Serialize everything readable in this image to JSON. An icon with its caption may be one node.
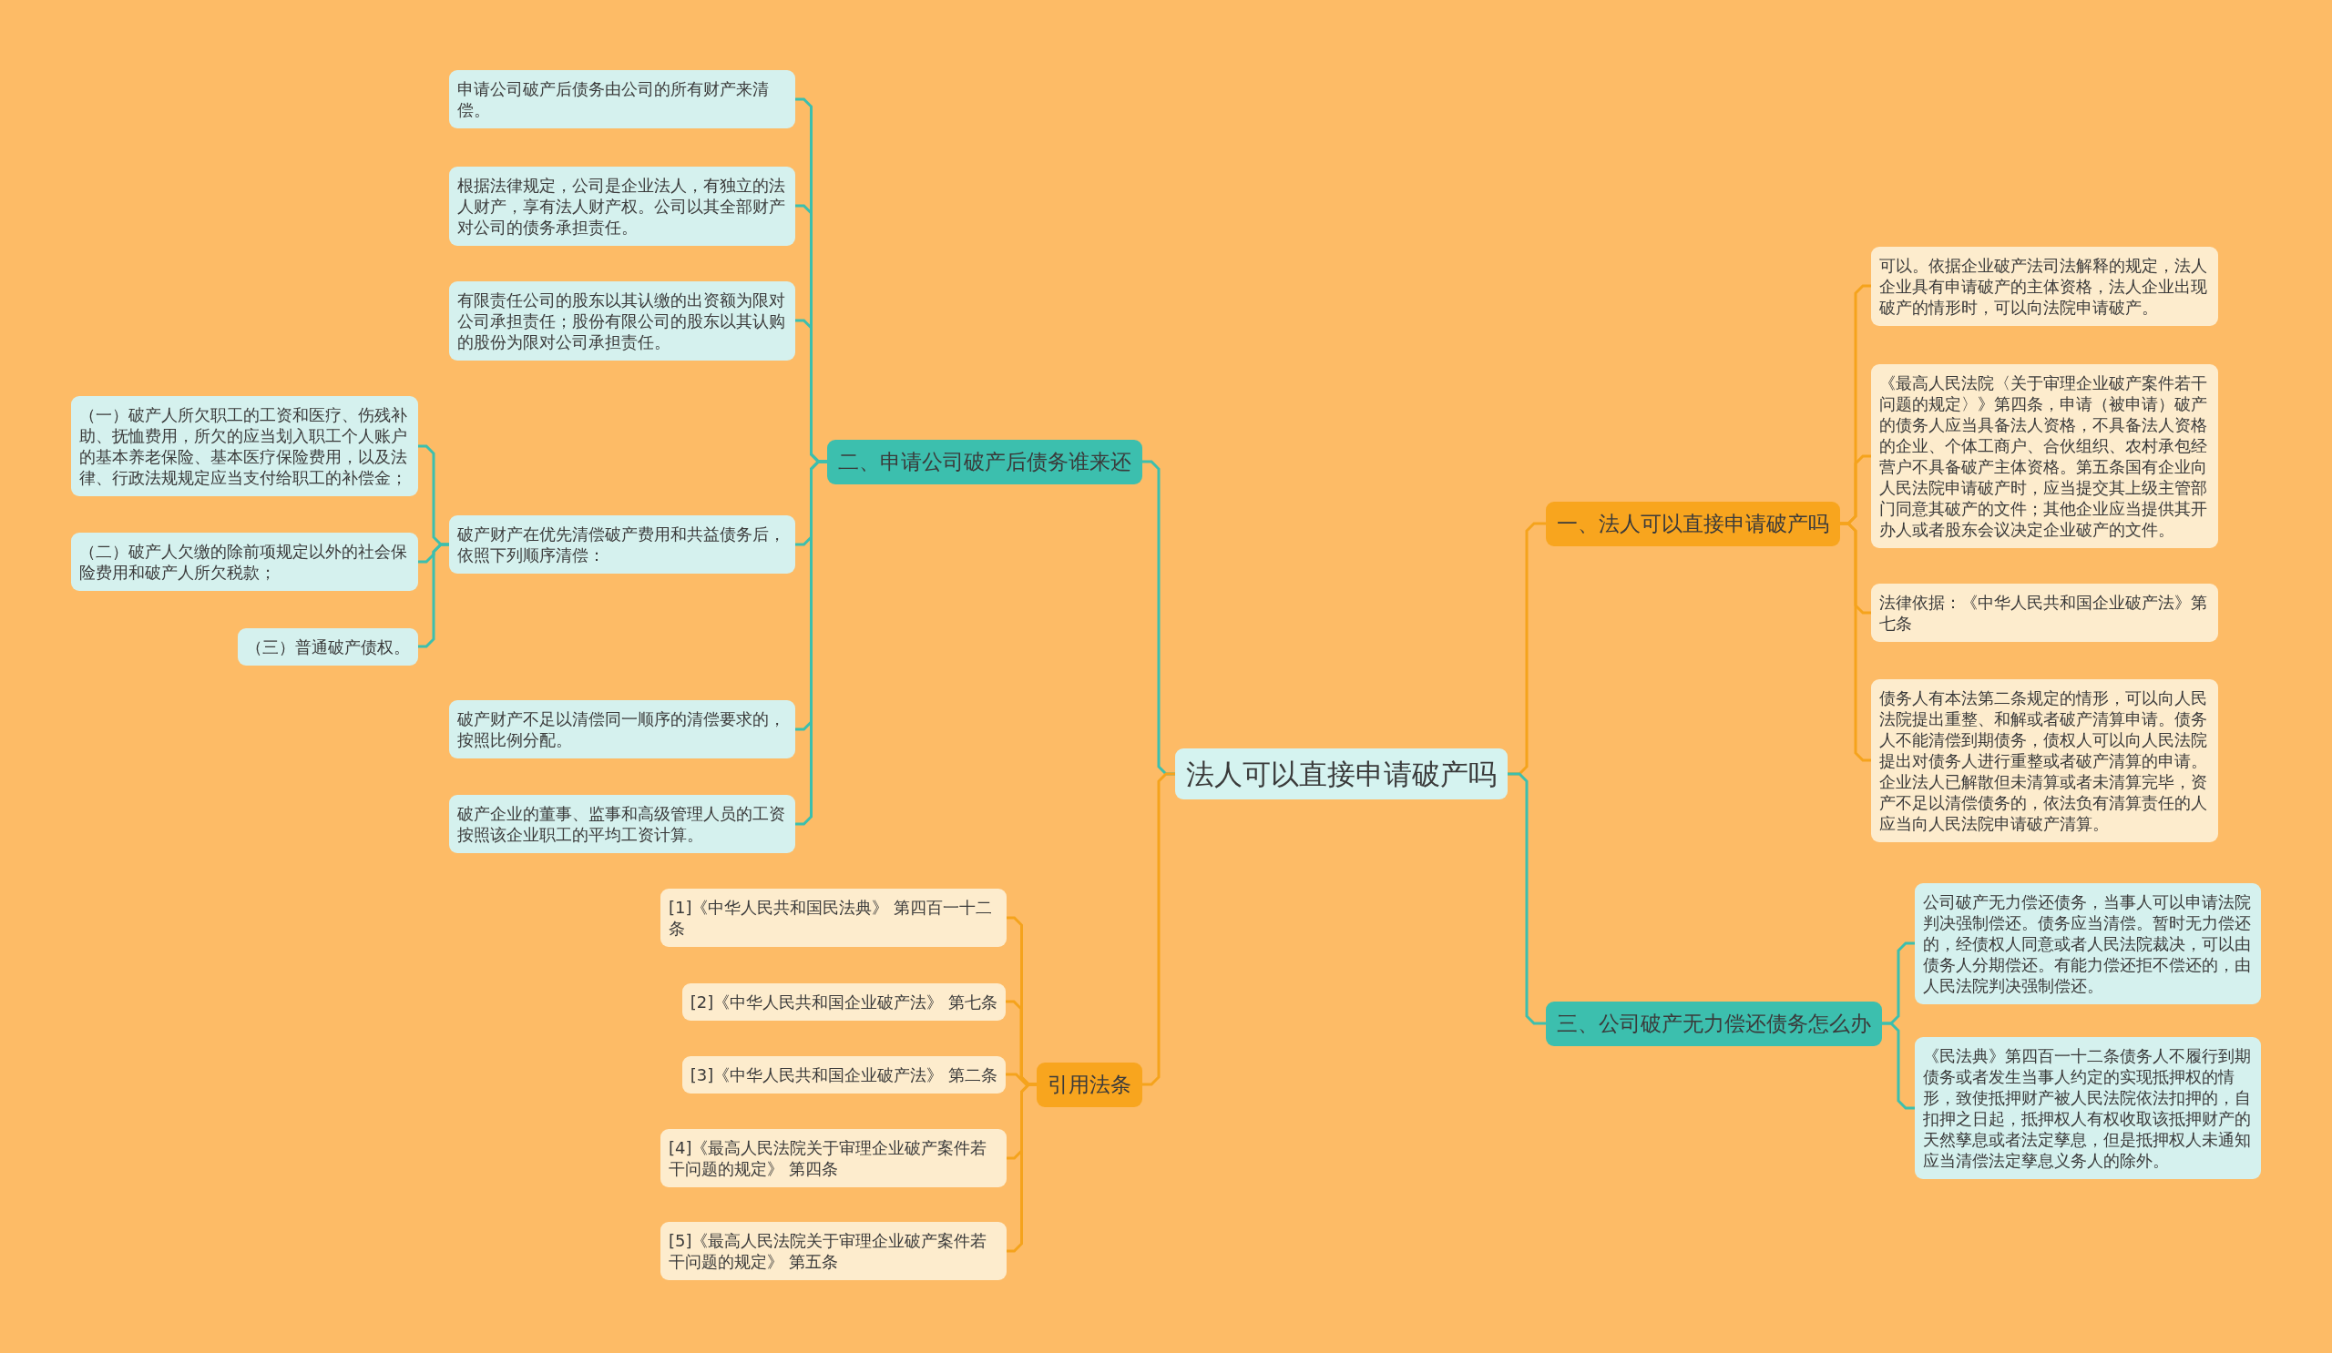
{
  "diagram": {
    "nodes": [
      {
        "text": [
          "法人可以直接申请破产吗"
        ]
      },
      {
        "text": [
          "二、申请公司破产后债务谁来还"
        ]
      },
      {
        "text": [
          "申请公司破产后债务由公司的所有财产来清偿。"
        ]
      },
      {
        "text": [
          "根据法律规定，公司是企业法人，有独立的法人财产，享有法人财产权。公司以其全部财产对公司的债务承担责任。"
        ]
      },
      {
        "text": [
          "有限责任公司的股东以其认缴的出资额为限对公司承担责任；股份有限公司的股东以其认购的股份为限对公司承担责任。"
        ]
      },
      {
        "text": [
          "破产财产在优先清偿破产费用和共益债务后，依照下列顺序清偿："
        ]
      },
      {
        "text": [
          "（一）破产人所欠职工的工资和医疗、伤残补助、抚恤费用，所欠的应当划入职工个人账户的基本养老保险、基本医疗保险费用，以及法律、行政法规规定应当支付给职工的补偿金；"
        ]
      },
      {
        "text": [
          "（二）破产人欠缴的除前项规定以外的社会保险费用和破产人所欠税款；"
        ]
      },
      {
        "text": [
          "（三）普通破产债权。"
        ]
      },
      {
        "text": [
          "破产财产不足以清偿同一顺序的清偿要求的，按照比例分配。"
        ]
      },
      {
        "text": [
          "破产企业的董事、监事和高级管理人员的工资按照该企业职工的平均工资计算。"
        ]
      },
      {
        "text": [
          "引用法条"
        ]
      },
      {
        "text": [
          "[1]《中华人民共和国民法典》 第四百一十二条"
        ]
      },
      {
        "text": [
          "[2]《中华人民共和国企业破产法》 第七条"
        ]
      },
      {
        "text": [
          "[3]《中华人民共和国企业破产法》 第二条"
        ]
      },
      {
        "text": [
          "[4]《最高人民法院关于审理企业破产案件若干问题的规定》 第四条"
        ]
      },
      {
        "text": [
          "[5]《最高人民法院关于审理企业破产案件若干问题的规定》 第五条"
        ]
      },
      {
        "text": [
          "一、法人可以直接申请破产吗"
        ]
      },
      {
        "text": [
          "可以。依据企业破产法司法解释的规定，法人企业具有申请破产的主体资格，法人企业出现破产的情形时，可以向法院申请破产。"
        ]
      },
      {
        "text": [
          "《最高人民法院〈关于审理企业破产案件若干问题的规定〉》第四条，申请（被申请）破产的债务人应当具备法人资格，不具备法人资格的企业、个体工商户、合伙组织、农村承包经营户不具备破产主体资格。第五条国有企业向人民法院申请破产时，应当提交其上级主管部门同意其破产的文件；其他企业应当提供其开办人或者股东会议决定企业破产的文件。"
        ]
      },
      {
        "text": [
          "法律依据：《中华人民共和国企业破产法》第七条"
        ]
      },
      {
        "text": [
          "债务人有本法第二条规定的情形，可以向人民法院提出重整、和解或者破产清算申请。债务人不能清偿到期债务，债权人可以向人民法院提出对债务人进行重整或者破产清算的申请。企业法人已解散但未清算或者未清算完毕，资产不足以清偿债务的，依法负有清算责任的人应当向人民法院申请破产清算。"
        ]
      },
      {
        "text": [
          "三、公司破产无力偿还债务怎么办"
        ]
      },
      {
        "text": [
          "公司破产无力偿还债务，当事人可以申请法院判决强制偿还。债务应当清偿。暂时无力偿还的，经债权人同意或者人民法院裁决，可以由债务人分期偿还。有能力偿还拒不偿还的，由人民法院判决强制偿还。"
        ]
      },
      {
        "text": [
          "《民法典》第四百一十二条债务人不履行到期债务或者发生当事人约定的实现抵押权的情形，致使抵押财产被人民法院依法扣押的，自扣押之日起，抵押权人有权收取该抵押财产的天然孳息或者法定孳息，但是抵押权人未通知应当清偿法定孳息义务人的除外。"
        ]
      }
    ],
    "edges": [
      {
        "from": 0,
        "to": 1,
        "arrow": "none"
      },
      {
        "from": 1,
        "to": 2,
        "arrow": "none"
      },
      {
        "from": 1,
        "to": 3,
        "arrow": "none"
      },
      {
        "from": 1,
        "to": 4,
        "arrow": "none"
      },
      {
        "from": 1,
        "to": 5,
        "arrow": "none"
      },
      {
        "from": 5,
        "to": 6,
        "arrow": "none"
      },
      {
        "from": 5,
        "to": 7,
        "arrow": "none"
      },
      {
        "from": 5,
        "to": 8,
        "arrow": "none"
      },
      {
        "from": 1,
        "to": 9,
        "arrow": "none"
      },
      {
        "from": 1,
        "to": 10,
        "arrow": "none"
      },
      {
        "from": 0,
        "to": 11,
        "arrow": "none",
        "color": "#f5a31c"
      },
      {
        "from": 11,
        "to": 12,
        "arrow": "none",
        "color": "#f5a31c"
      },
      {
        "from": 11,
        "to": 13,
        "arrow": "none",
        "color": "#f5a31c"
      },
      {
        "from": 11,
        "to": 14,
        "arrow": "none",
        "color": "#f5a31c"
      },
      {
        "from": 11,
        "to": 15,
        "arrow": "none",
        "color": "#f5a31c"
      },
      {
        "from": 11,
        "to": 16,
        "arrow": "none",
        "color": "#f5a31c"
      },
      {
        "from": 0,
        "to": 17,
        "arrow": "none",
        "color": "#f5a31c"
      },
      {
        "from": 17,
        "to": 18,
        "arrow": "none",
        "color": "#f5a31c"
      },
      {
        "from": 17,
        "to": 19,
        "arrow": "none",
        "color": "#f5a31c"
      },
      {
        "from": 17,
        "to": 20,
        "arrow": "none",
        "color": "#f5a31c"
      },
      {
        "from": 17,
        "to": 21,
        "arrow": "none",
        "color": "#f5a31c"
      },
      {
        "from": 0,
        "to": 22,
        "arrow": "none"
      },
      {
        "from": 22,
        "to": 23,
        "arrow": "none"
      },
      {
        "from": 22,
        "to": 24,
        "arrow": "none"
      }
    ]
  }
}
